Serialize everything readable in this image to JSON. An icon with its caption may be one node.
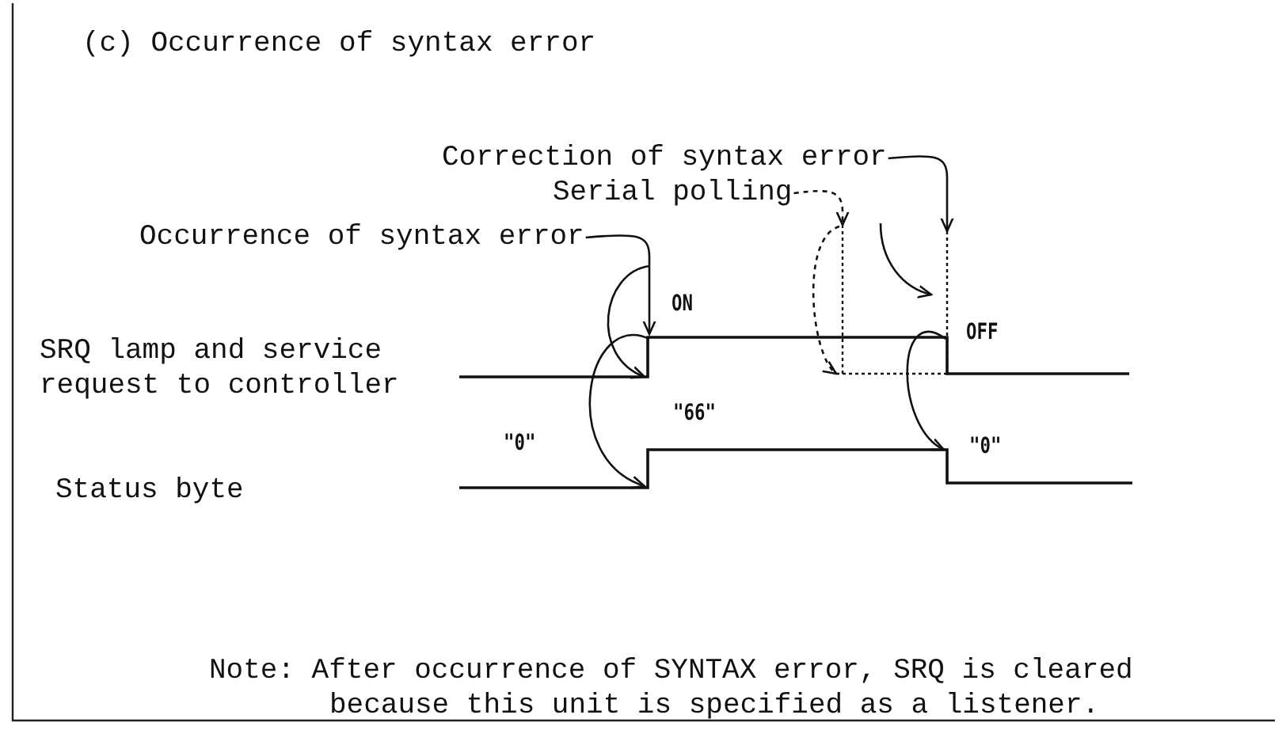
{
  "diagram": {
    "title": "(c) Occurrence of syntax error",
    "nodes": [
      {
        "text": [
          "Correction of syntax error"
        ]
      },
      {
        "text": [
          "Serial polling"
        ]
      },
      {
        "text": [
          "Occurrence of syntax error"
        ]
      },
      {
        "text": [],
        "shape": "line"
      },
      {
        "text": [],
        "shape": "line"
      }
    ],
    "edges": [
      {
        "from": 0,
        "to": 3,
        "arrow": "to"
      },
      {
        "from": 1,
        "to": 3,
        "arrow": "to",
        "style": "dashed"
      },
      {
        "from": 2,
        "to": 3,
        "arrow": "to"
      },
      {
        "from": 3,
        "to": 4,
        "arrow": "to"
      },
      {
        "from": 3,
        "to": 4,
        "arrow": "to"
      }
    ],
    "labels": [
      "ON",
      "SRQ lamp and service request to controller",
      "OFF",
      "\"66\"",
      "\"0\"",
      "\"0\"",
      "Status byte",
      "Note: After occurrence of SYNTAX error, SRQ is cleared because this unit is specified as a listener."
    ]
  }
}
